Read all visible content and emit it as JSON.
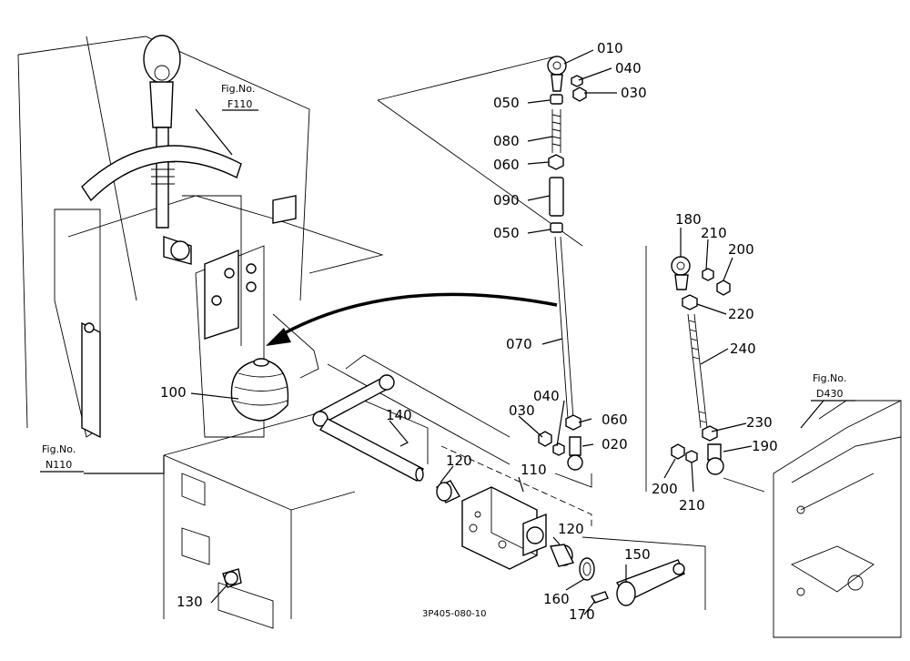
{
  "parts": [
    {
      "id": "p010",
      "label": "010"
    },
    {
      "id": "p040a",
      "label": "040"
    },
    {
      "id": "p030a",
      "label": "030"
    },
    {
      "id": "p050a",
      "label": "050"
    },
    {
      "id": "p080",
      "label": "080"
    },
    {
      "id": "p060a",
      "label": "060"
    },
    {
      "id": "p090",
      "label": "090"
    },
    {
      "id": "p050b",
      "label": "050"
    },
    {
      "id": "p070",
      "label": "070"
    },
    {
      "id": "p100",
      "label": "100"
    },
    {
      "id": "p140",
      "label": "140"
    },
    {
      "id": "p120a",
      "label": "120"
    },
    {
      "id": "p110",
      "label": "110"
    },
    {
      "id": "p120b",
      "label": "120"
    },
    {
      "id": "p150",
      "label": "150"
    },
    {
      "id": "p160",
      "label": "160"
    },
    {
      "id": "p170",
      "label": "170"
    },
    {
      "id": "p130",
      "label": "130"
    },
    {
      "id": "p030b",
      "label": "030"
    },
    {
      "id": "p040b",
      "label": "040"
    },
    {
      "id": "p060b",
      "label": "060"
    },
    {
      "id": "p020",
      "label": "020"
    },
    {
      "id": "p180",
      "label": "180"
    },
    {
      "id": "p210a",
      "label": "210"
    },
    {
      "id": "p200a",
      "label": "200"
    },
    {
      "id": "p220",
      "label": "220"
    },
    {
      "id": "p240",
      "label": "240"
    },
    {
      "id": "p230",
      "label": "230"
    },
    {
      "id": "p190",
      "label": "190"
    },
    {
      "id": "p200b",
      "label": "200"
    },
    {
      "id": "p210b",
      "label": "210"
    }
  ],
  "figure_refs": [
    {
      "id": "f110",
      "prefix": "Fig.No.",
      "code": "F110"
    },
    {
      "id": "n110",
      "prefix": "Fig.No.",
      "code": "N110"
    },
    {
      "id": "d430",
      "prefix": "Fig.No.",
      "code": "D430"
    }
  ],
  "drawing_code": "3P405-080-10"
}
